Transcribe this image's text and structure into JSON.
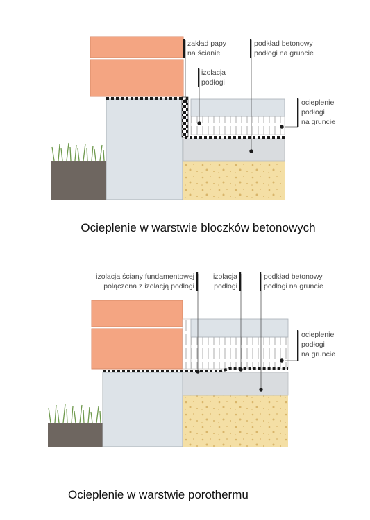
{
  "top": {
    "labels": {
      "zaklad_line1": "zakład papy",
      "zaklad_line2": "na ścianie",
      "podklad_line1": "podkład betonowy",
      "podklad_line2": "podłogi na gruncie",
      "izolacja_line1": "izolacja",
      "izolacja_line2": "podłogi",
      "ocieplenie_line1": "ocieplenie",
      "ocieplenie_line2": "podłogi",
      "ocieplenie_line3": "na gruncie"
    },
    "caption": "Ocieplenie w warstwie bloczków betonowych"
  },
  "bottom": {
    "labels": {
      "fund_line1": "izolacja ściany fundamentowej",
      "fund_line2": "połączona z izolacją podłogi",
      "izolacja_line1": "izolacja",
      "izolacja_line2": "podłogi",
      "podklad_line1": "podkład betonowy",
      "podklad_line2": "podłogi na gruncie",
      "ocieplenie_line1": "ocieplenie",
      "ocieplenie_line2": "podłogi",
      "ocieplenie_line3": "na gruncie"
    },
    "caption": "Ocieplenie w warstwie porothermu"
  },
  "colors": {
    "brick": "#f4a582",
    "brick_edge": "#d98a68",
    "concrete_block": "#dde3e8",
    "screed": "#d9dcdf",
    "sand": "#f4dfa5",
    "soil": "#6e6660",
    "grass": "#6f9a4e",
    "waterproofing": "#1a1a1a"
  }
}
